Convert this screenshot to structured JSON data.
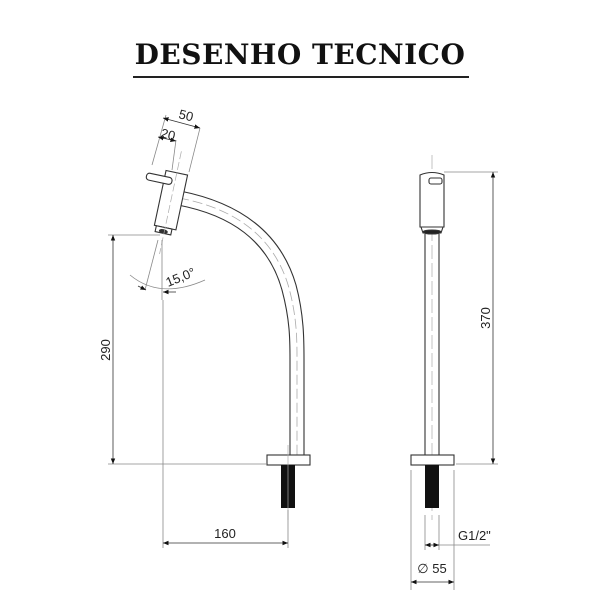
{
  "title": "DESENHO TECNICO",
  "side_view": {
    "dimensions": {
      "spout_width": "50",
      "handle_offset": "20",
      "angle": "15,0°",
      "height": "290",
      "reach": "160"
    }
  },
  "front_view": {
    "dimensions": {
      "total_height": "370",
      "thread": "G1/2\"",
      "base_diameter": "∅ 55"
    }
  },
  "colors": {
    "line": "#222222",
    "dim_line": "#888888",
    "thread_fill": "#111111"
  }
}
